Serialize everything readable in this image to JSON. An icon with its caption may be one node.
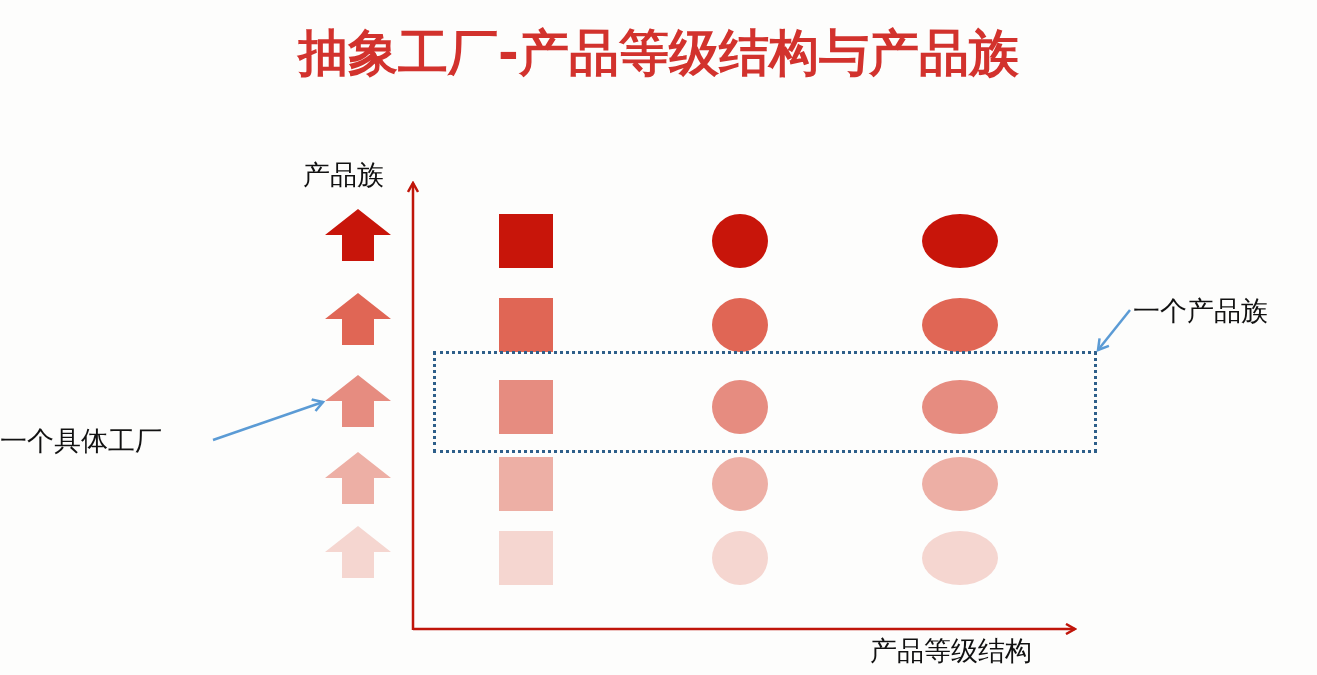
{
  "diagram": {
    "title": "抽象工厂-产品等级结构与产品族",
    "nodes": [
      {
        "text": [
          "一个具体工厂"
        ]
      },
      {
        "text": [],
        "shape": "arrow"
      },
      {
        "text": [
          "一个产品族"
        ]
      },
      {
        "text": [],
        "shape": "box"
      }
    ],
    "edges": [
      {
        "from": 0,
        "to": 1,
        "arrow": "to"
      },
      {
        "from": 2,
        "to": 3,
        "arrow": "to"
      }
    ],
    "labels": [
      "产品族",
      "产品等级结构"
    ]
  }
}
